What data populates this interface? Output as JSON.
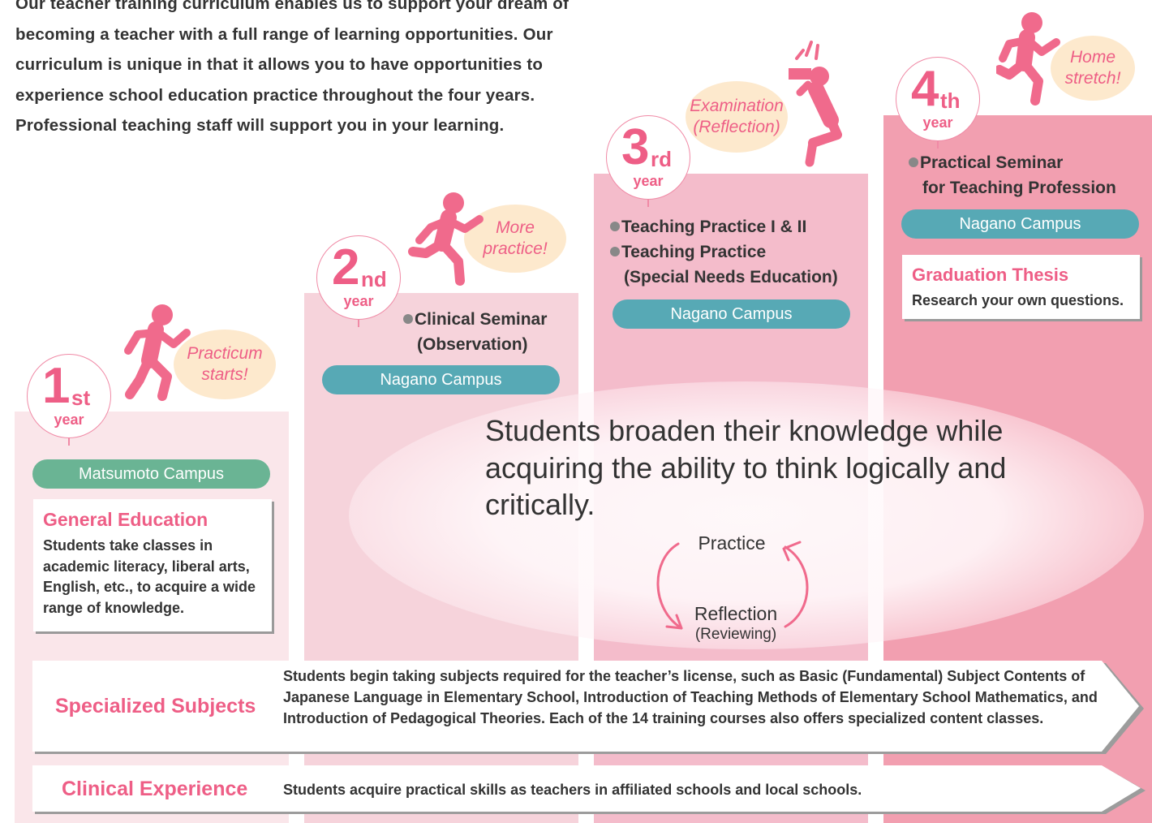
{
  "intro_text": "Our teacher training curriculum enables us to support your dream of becoming a teacher with a full range of learning opportunities. Our curriculum is unique in that it allows you to have opportunities to experience school education practice throughout the four years. Professional teaching staff will support you in your learning.",
  "years": [
    {
      "num": "1",
      "suffix": "st",
      "label": "year",
      "bubble": "Practicum starts!",
      "campus": "Matsumoto Campus",
      "card_title": "General Education",
      "card_text": "Students take classes in academic literacy, liberal arts, English, etc., to acquire a wide range of knowledge."
    },
    {
      "num": "2",
      "suffix": "nd",
      "label": "year",
      "bubble": "More practice!",
      "campus": "Nagano Campus",
      "items": [
        "Clinical Seminar",
        "(Observation)"
      ]
    },
    {
      "num": "3",
      "suffix": "rd",
      "label": "year",
      "bubble": "Examination (Reflection)",
      "campus": "Nagano Campus",
      "items": [
        "Teaching Practice I & II",
        "Teaching Practice",
        "(Special Needs Education)"
      ]
    },
    {
      "num": "4",
      "suffix": "th",
      "label": "year",
      "bubble": "Home stretch!",
      "campus": "Nagano Campus",
      "items": [
        "Practical Seminar",
        "for Teaching Profession"
      ],
      "card_title": "Graduation Thesis",
      "card_text": "Research your own questions."
    }
  ],
  "headline": "Students broaden their knowledge while acquiring the ability to think logically and critically.",
  "cycle": {
    "top": "Practice",
    "bottom": "Reflection",
    "bottom_sub": "(Reviewing)"
  },
  "bands": [
    {
      "label": "Specialized Subjects",
      "text": "Students begin taking subjects required for the teacher’s license, such as Basic (Fundamental) Subject Contents of Japanese Language in Elementary School, Introduction of Teaching Methods of Elementary School Mathematics, and Introduction of Pedagogical Theories. Each of the 14 training courses also offers specialized content classes."
    },
    {
      "label": "Clinical Experience",
      "text": "Students acquire practical skills as teachers in affiliated schools and local schools."
    }
  ],
  "colors": {
    "pink": "#ee5e86",
    "green_pill": "#6ab494",
    "blue_pill": "#57a9b5",
    "bubble": "#fde9cd",
    "figure": "#f06a8c"
  }
}
